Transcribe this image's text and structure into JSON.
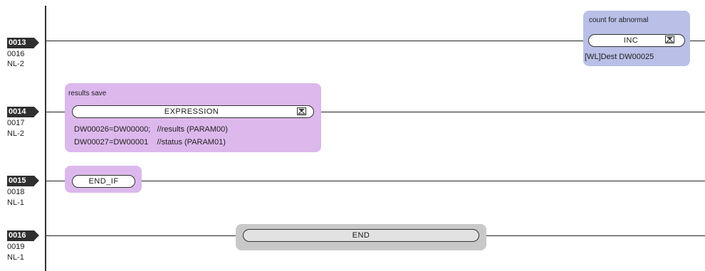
{
  "rungs": [
    {
      "num": "0013",
      "line": "0016",
      "nl": "NL-2"
    },
    {
      "num": "0014",
      "line": "0017",
      "nl": "NL-2"
    },
    {
      "num": "0015",
      "line": "0018",
      "nl": "NL-1"
    },
    {
      "num": "0016",
      "line": "0019",
      "nl": "NL-1"
    }
  ],
  "inc_block": {
    "comment": "count for abnormal",
    "name": "INC",
    "param": "[WL]Dest  DW00025"
  },
  "expression_block": {
    "comment": "results save",
    "name": "EXPRESSION",
    "line1": "DW00026=DW00000;   //results (PARAM00)",
    "line2": "DW00027=DW00001    //status (PARAM01)"
  },
  "endif_block": {
    "name": "END_IF"
  },
  "end_block": {
    "name": "END"
  },
  "colors": {
    "purple": "#dcb8ec",
    "blue": "#b9bfe6",
    "gray": "#c8c8c8"
  }
}
